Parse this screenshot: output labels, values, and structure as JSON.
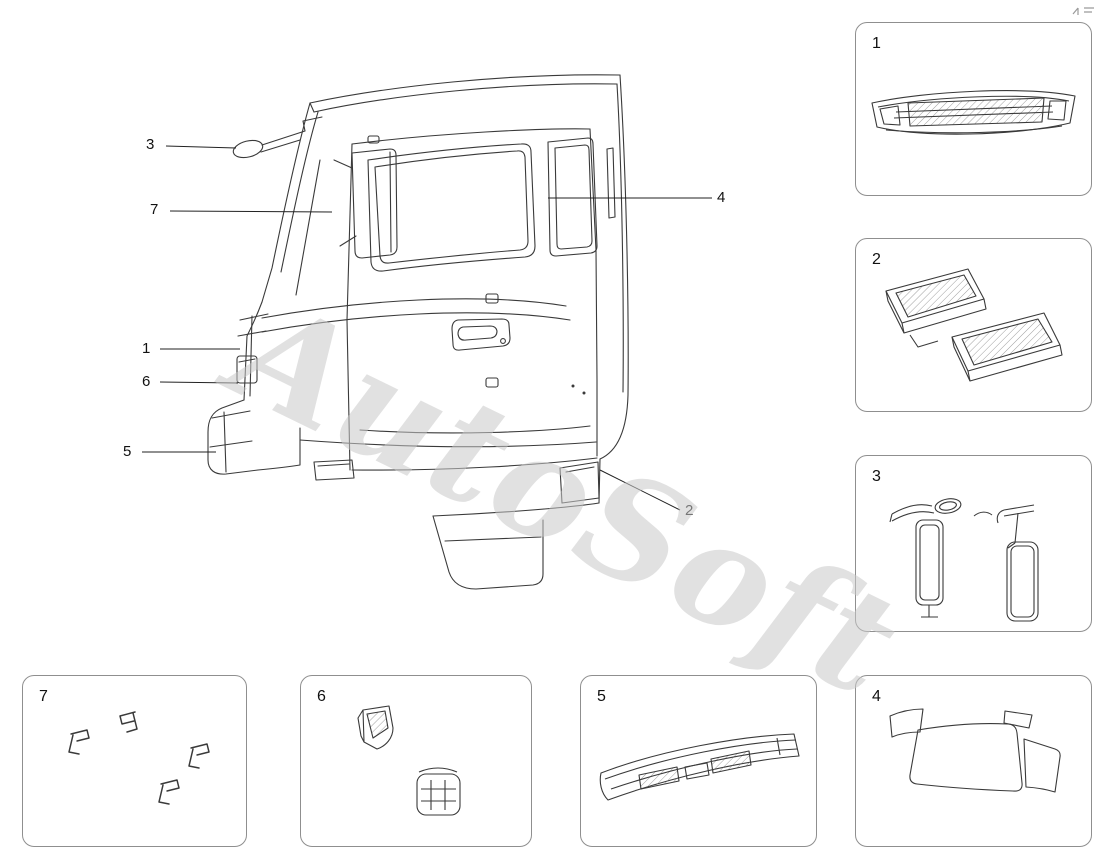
{
  "watermark": {
    "text": "AutoSoft"
  },
  "colors": {
    "background": "#ffffff",
    "line_art": "#3a3a3a",
    "panel_border": "#8f8f8f",
    "watermark": "#c9c9c9",
    "label_text": "#111111"
  },
  "main_diagram": {
    "callouts": [
      {
        "label": "3"
      },
      {
        "label": "7"
      },
      {
        "label": "1"
      },
      {
        "label": "6"
      },
      {
        "label": "5"
      },
      {
        "label": "4"
      },
      {
        "label": "2"
      }
    ]
  },
  "panels": [
    {
      "label": "1"
    },
    {
      "label": "2"
    },
    {
      "label": "3"
    },
    {
      "label": "7"
    },
    {
      "label": "6"
    },
    {
      "label": "5"
    },
    {
      "label": "4"
    }
  ]
}
